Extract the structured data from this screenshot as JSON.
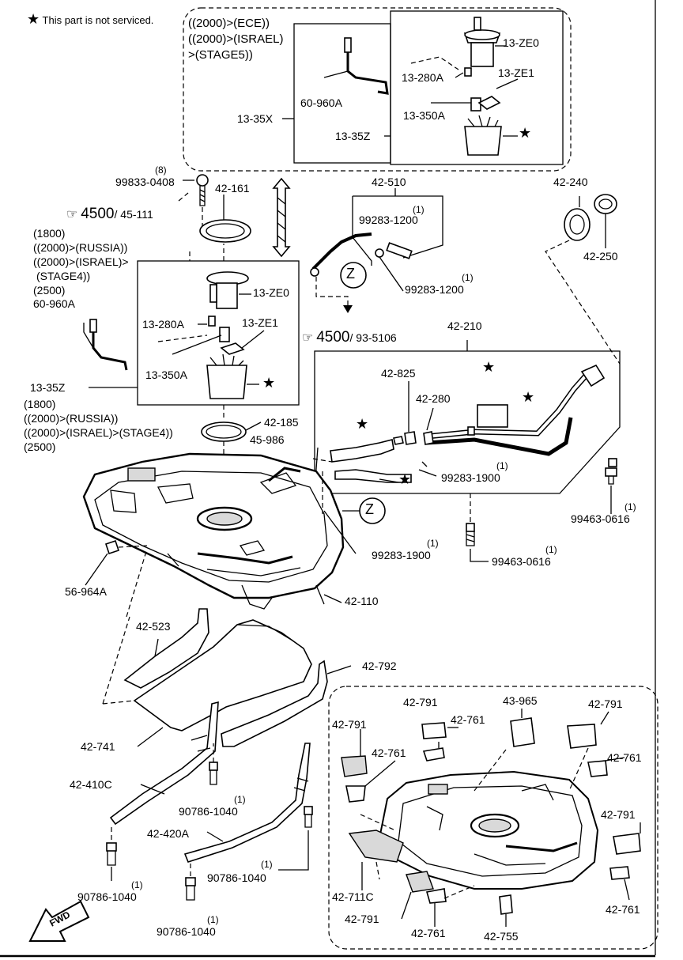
{
  "legend": {
    "star_symbol": "★",
    "text": "This part is not serviced."
  },
  "callout_top": {
    "line1": "((2000)>(ECE))",
    "line2": "((2000)>(ISRAEL)",
    "line3": ">(STAGE5))"
  },
  "callout_mid": {
    "line1": "(1800)",
    "line2": "((2000)>(RUSSIA))",
    "line3": "((2000)>(ISRAEL)>",
    "line4": "(STAGE4))",
    "line5": "(2500)"
  },
  "callout_low": {
    "line1": "(1800)",
    "line2": "((2000)>(RUSSIA))",
    "line3": "((2000)>(ISRAEL)>(STAGE4))",
    "line4": "(2500)"
  },
  "refs": {
    "ref1_num": "4500",
    "ref1_suffix": "/ 45-111",
    "ref2_num": "4500",
    "ref2_suffix": "/ 93-5106"
  },
  "zone_marker": "Z",
  "fwd_label": "FWD",
  "parts": {
    "p13ZE0_top": "13-ZE0",
    "p13280A_top": "13-280A",
    "p13ZE1_top": "13-ZE1",
    "p60960A_top": "60-960A",
    "p13350A_top": "13-350A",
    "p1335X": "13-35X",
    "p1335Z_top": "13-35Z",
    "p99833_qty": "(8)",
    "p99833": "99833-0408",
    "p42161": "42-161",
    "p42510": "42-510",
    "p99283_1200a_qty": "(1)",
    "p99283_1200a": "99283-1200",
    "p99283_1200b_qty": "(1)",
    "p99283_1200b": "99283-1200",
    "p42240": "42-240",
    "p42250": "42-250",
    "p60960A_mid": "60-960A",
    "p13ZE0_mid": "13-ZE0",
    "p13280A_mid": "13-280A",
    "p13ZE1_mid": "13-ZE1",
    "p13350A_mid": "13-350A",
    "p1335Z_mid": "13-35Z",
    "p42210": "42-210",
    "p42825": "42-825",
    "p42280": "42-280",
    "p42185": "42-185",
    "p45986": "45-986",
    "p99283_1900a_qty": "(1)",
    "p99283_1900a": "99283-1900",
    "p99463_0616a_qty": "(1)",
    "p99463_0616a": "99463-0616",
    "p99283_1900b_qty": "(1)",
    "p99283_1900b": "99283-1900",
    "p99463_0616b_qty": "(1)",
    "p99463_0616b": "99463-0616",
    "p56964A": "56-964A",
    "p42110": "42-110",
    "p42523": "42-523",
    "p42792": "42-792",
    "p42741": "42-741",
    "p42410C": "42-410C",
    "p90786_a_qty": "(1)",
    "p90786_a": "90786-1040",
    "p42420A": "42-420A",
    "p90786_b_qty": "(1)",
    "p90786_b": "90786-1040",
    "p90786_c_qty": "(1)",
    "p90786_c": "90786-1040",
    "p90786_d_qty": "(1)",
    "p90786_d": "90786-1040",
    "p42791_a": "42-791",
    "p43965": "43-965",
    "p42791_b": "42-791",
    "p42791_c": "42-791",
    "p42761_a": "42-761",
    "p42761_b": "42-761",
    "p42761_c": "42-761",
    "p42791_d": "42-791",
    "p42711C": "42-711C",
    "p42791_e": "42-791",
    "p42761_d": "42-761",
    "p42755": "42-755",
    "p42761_e": "42-761"
  }
}
